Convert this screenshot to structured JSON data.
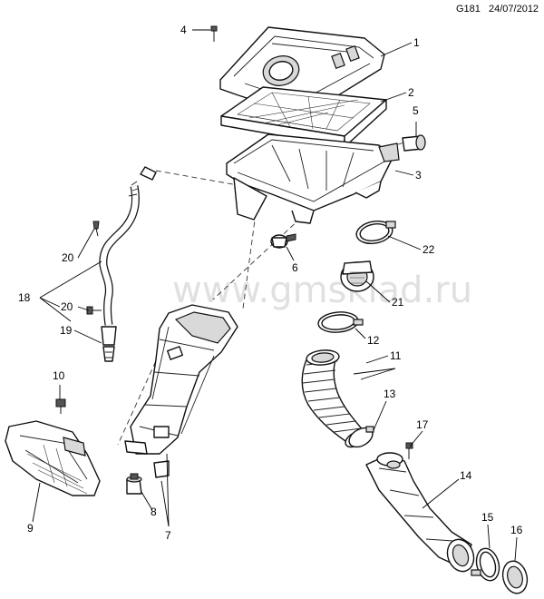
{
  "header": {
    "code": "G181",
    "date": "24/07/2012"
  },
  "watermark": "www.gmsklad.ru",
  "callouts": [
    {
      "id": "c1",
      "text": "1"
    },
    {
      "id": "c2",
      "text": "2"
    },
    {
      "id": "c3",
      "text": "3"
    },
    {
      "id": "c4",
      "text": "4"
    },
    {
      "id": "c5",
      "text": "5"
    },
    {
      "id": "c6",
      "text": "6"
    },
    {
      "id": "c7",
      "text": "7"
    },
    {
      "id": "c8",
      "text": "8"
    },
    {
      "id": "c9",
      "text": "9"
    },
    {
      "id": "c10",
      "text": "10"
    },
    {
      "id": "c11",
      "text": "11"
    },
    {
      "id": "c12",
      "text": "12"
    },
    {
      "id": "c13",
      "text": "13"
    },
    {
      "id": "c14",
      "text": "14"
    },
    {
      "id": "c15",
      "text": "15"
    },
    {
      "id": "c16",
      "text": "16"
    },
    {
      "id": "c17",
      "text": "17"
    },
    {
      "id": "c18",
      "text": "18"
    },
    {
      "id": "c19",
      "text": "19"
    },
    {
      "id": "c20a",
      "text": "20"
    },
    {
      "id": "c20b",
      "text": "20"
    },
    {
      "id": "c21",
      "text": "21"
    },
    {
      "id": "c22",
      "text": "22"
    }
  ]
}
